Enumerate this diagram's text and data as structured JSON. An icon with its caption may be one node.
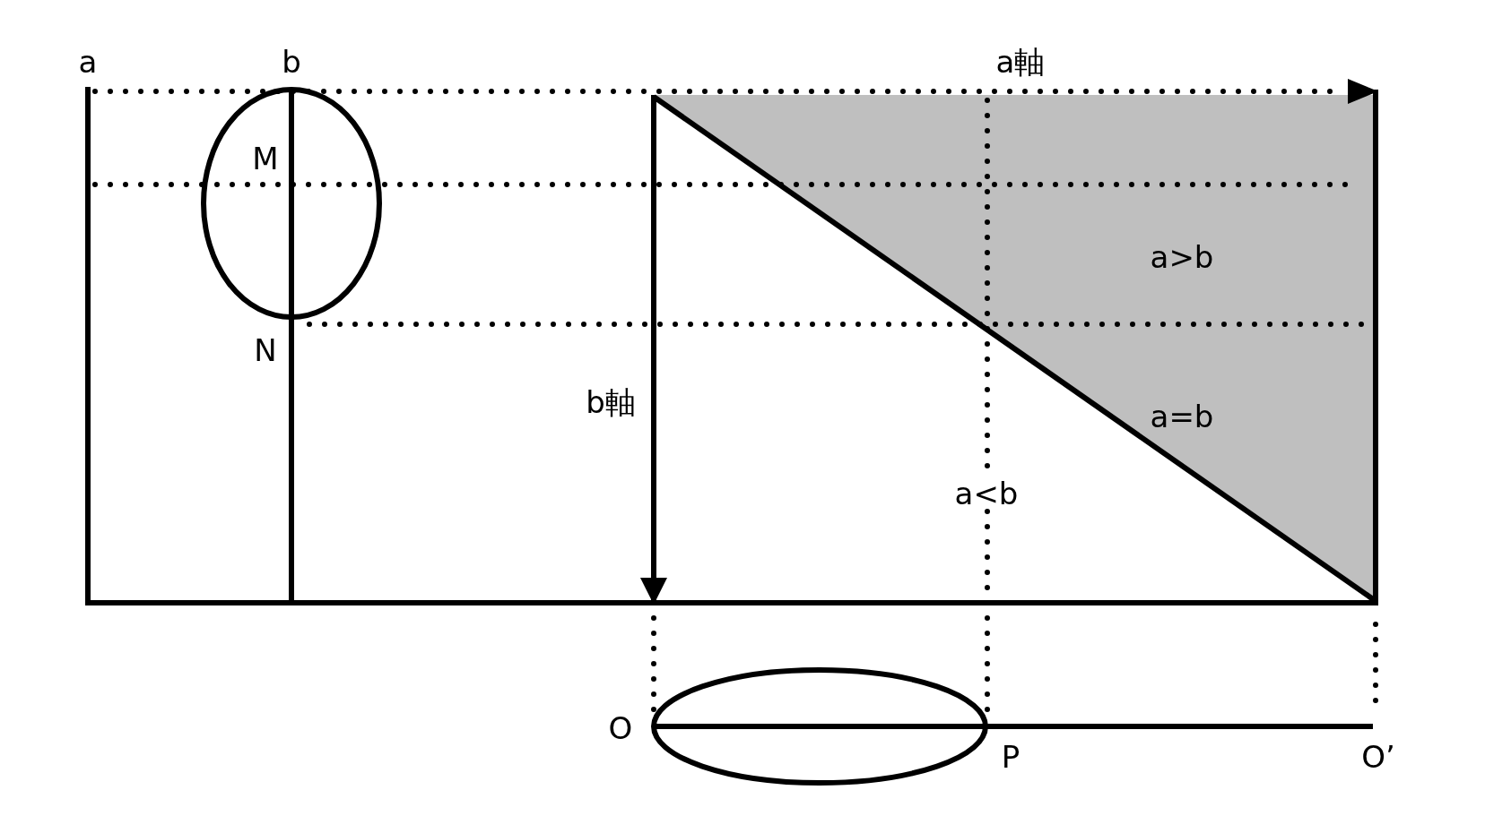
{
  "diagram": {
    "labels": [
      "a",
      "b",
      "a軸",
      "M",
      "N",
      "b軸",
      "a>b",
      "a=b",
      "a<b",
      "O",
      "P",
      "O’"
    ]
  }
}
